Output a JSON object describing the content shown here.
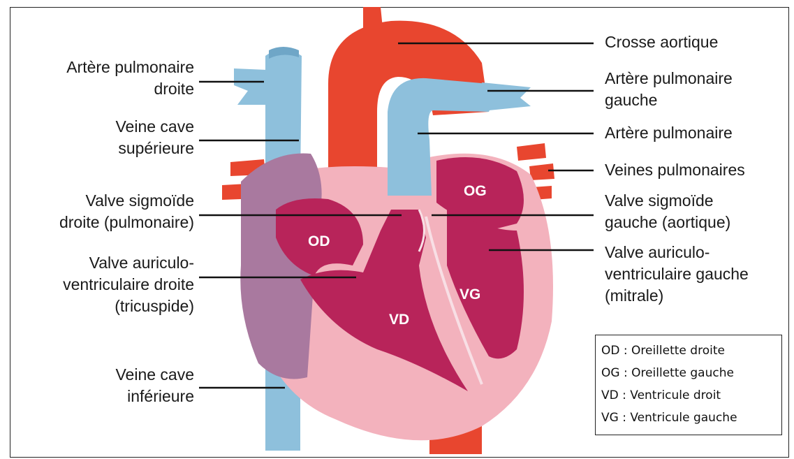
{
  "labels": {
    "arterePulmDroiteL1": "Artère pulmonaire",
    "arterePulmDroiteL2": "droite",
    "veineCaveSupL1": "Veine cave",
    "veineCaveSupL2": "supérieure",
    "valveSigDroiteL1": "Valve sigmoïde",
    "valveSigDroiteL2": "droite (pulmonaire)",
    "valveAVDroiteL1": "Valve auriculo-",
    "valveAVDroiteL2": "ventriculaire droite",
    "valveAVDroiteL3": "(tricuspide)",
    "veineCaveInfL1": "Veine cave",
    "veineCaveInfL2": "inférieure",
    "crosseAortique": "Crosse aortique",
    "arterePulmGaucheL1": "Artère pulmonaire",
    "arterePulmGaucheL2": "gauche",
    "arterePulmonaire": "Artère pulmonaire",
    "veinesPulmonaires": "Veines pulmonaires",
    "valveSigGaucheL1": "Valve sigmoïde",
    "valveSigGaucheL2": "gauche (aortique)",
    "valveAVGaucheL1": "Valve auriculo-",
    "valveAVGaucheL2": "ventriculaire gauche",
    "valveAVGaucheL3": "(mitrale)"
  },
  "chambers": {
    "od": "OD",
    "og": "OG",
    "vd": "VD",
    "vg": "VG"
  },
  "legend": [
    "OD : Oreillette droite",
    "OG : Oreillette gauche",
    "VD : Ventricule droit",
    "VG : Ventricule gauche"
  ],
  "colors": {
    "aorta": "#e8462f",
    "venous": "#8ec0dc",
    "atrium": "#a9799f",
    "wall": "#f3b2bd",
    "muscle": "#b8245a",
    "line": "#111111"
  }
}
